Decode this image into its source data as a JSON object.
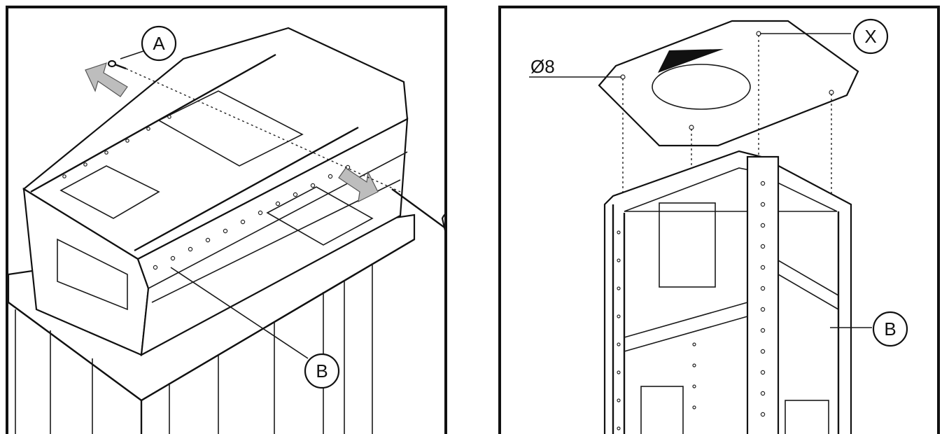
{
  "left_panel": {
    "callouts": {
      "a": "A",
      "b": "B"
    }
  },
  "right_panel": {
    "callouts": {
      "x": "X",
      "b": "B",
      "diameter": "Ø8"
    }
  },
  "colors": {
    "line": "#111111",
    "arrow_fill": "#bdbdbd",
    "paper": "#ffffff"
  }
}
